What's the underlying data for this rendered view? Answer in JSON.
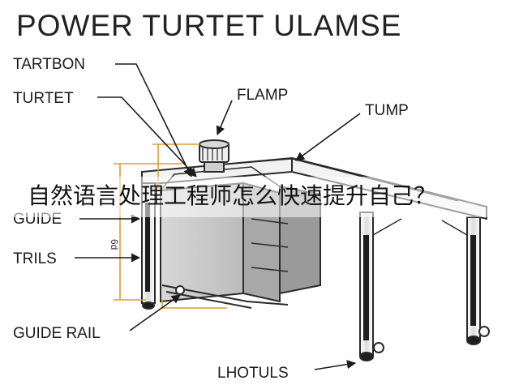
{
  "title": "POWER TURTET ULAMSE",
  "labels": {
    "tartbon": "TARTBON",
    "turtet": "TURTET",
    "flamp": "FLAMP",
    "tump": "TUMP",
    "guide": "GUIDE",
    "trils": "TRILS",
    "guide_rail": "GUIDE RAIL",
    "lhotuls": "LHOTULS"
  },
  "dimension_text": "6d",
  "overlay_caption": "自然语言处理工程师怎么快速提升自己？",
  "colors": {
    "dimension_line": "#d9a12b",
    "line": "#2a2a2a",
    "shade": "#b8b8b8"
  }
}
